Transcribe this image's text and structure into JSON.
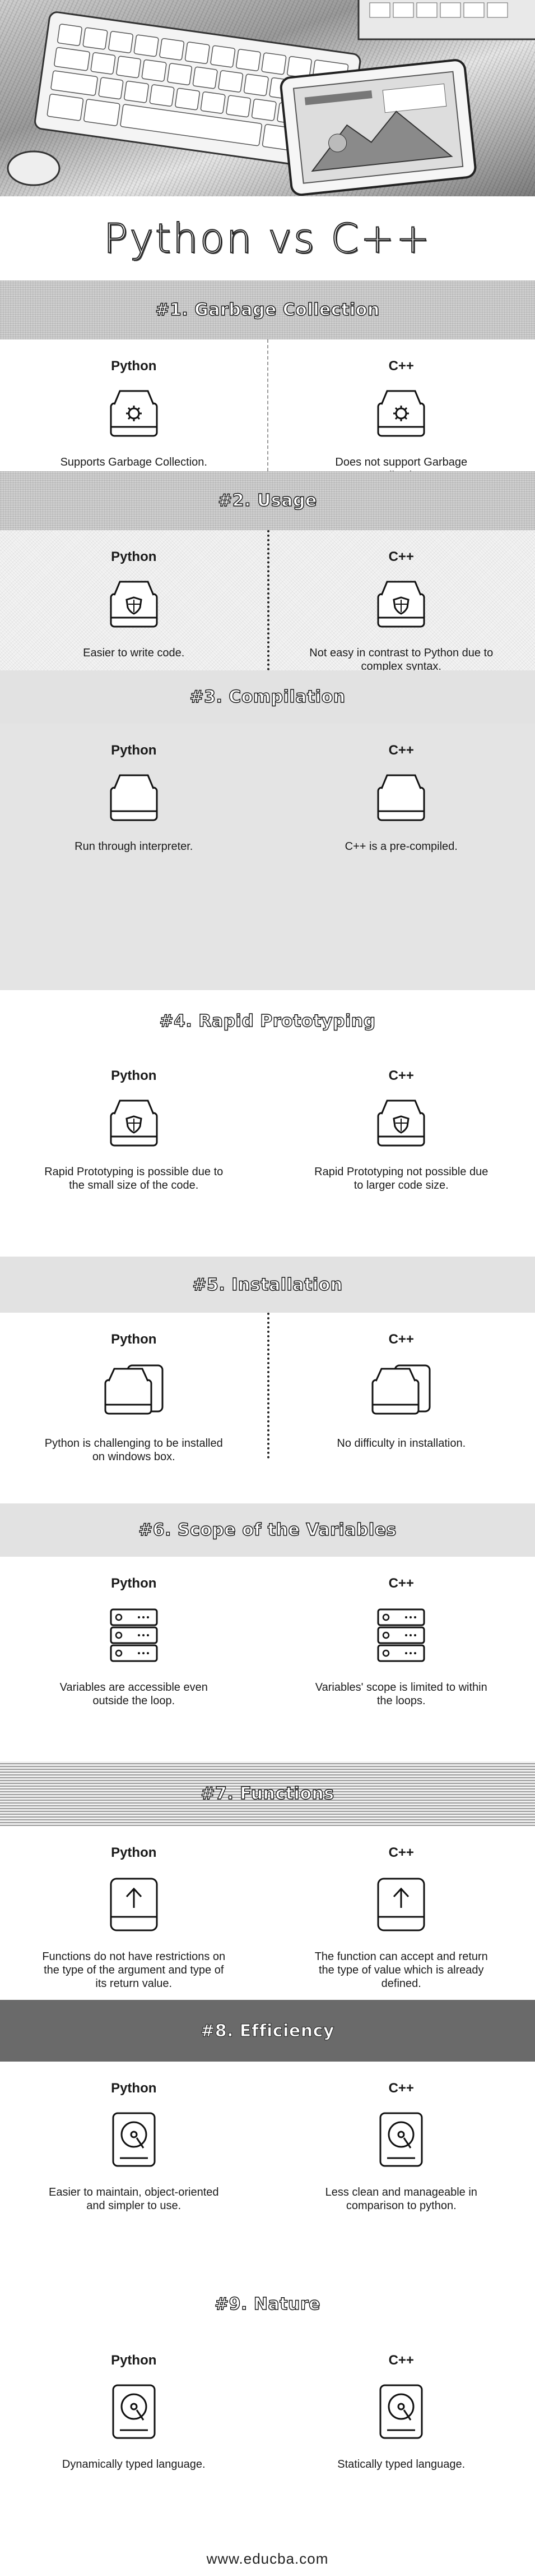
{
  "title": "Python vs C++",
  "left_label": "Python",
  "right_label": "C++",
  "sections": [
    {
      "heading": "#1. Garbage Collection",
      "icon": "gear-drive-icon",
      "python": "Supports Garbage Collection.",
      "cpp": "Does not support Garbage Collection."
    },
    {
      "heading": "#2. Usage",
      "icon": "shield-drive-icon",
      "python": "Easier to write code.",
      "cpp": "Not easy in contrast to Python due to complex syntax."
    },
    {
      "heading": "#3. Compilation",
      "icon": "drive-icon",
      "python": "Run through interpreter.",
      "cpp": "C++ is a pre-compiled."
    },
    {
      "heading": "#4. Rapid Prototyping",
      "icon": "shield-drive-icon",
      "python": "Rapid Prototyping is possible due to the small size of the code.",
      "cpp": "Rapid Prototyping not possible due to larger code size."
    },
    {
      "heading": "#5. Installation",
      "icon": "stacked-drives-icon",
      "python": "Python is challenging to be installed on windows box.",
      "cpp": "No difficulty in installation."
    },
    {
      "heading": "#6. Scope of the Variables",
      "icon": "server-icon",
      "python": "Variables are accessible even outside the loop.",
      "cpp": "Variables' scope is limited to within the loops."
    },
    {
      "heading": "#7. Functions",
      "icon": "upload-drive-icon",
      "python": "Functions do not have restrictions on the type of the argument and type of its return value.",
      "cpp": "The function can accept and return the type of value which is already defined."
    },
    {
      "heading": "#8. Efficiency",
      "icon": "disk-drive-icon",
      "python": "Easier to maintain, object-oriented and simpler to use.",
      "cpp": "Less clean and manageable in comparison to python."
    },
    {
      "heading": "#9. Nature",
      "icon": "disk-drive-icon",
      "python": "Dynamically typed language.",
      "cpp": "Statically typed language."
    }
  ],
  "footer": "www.educba.com"
}
